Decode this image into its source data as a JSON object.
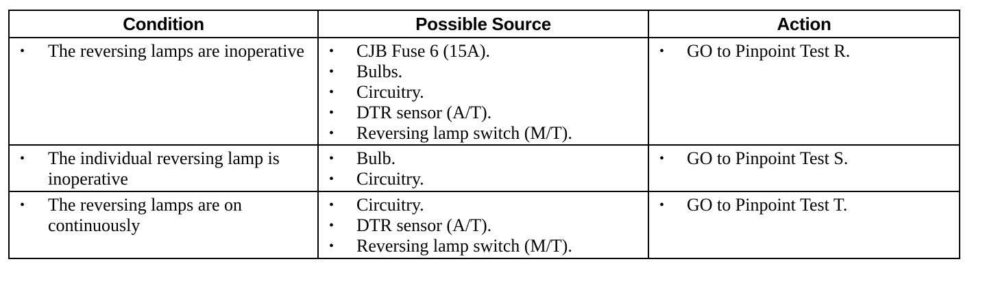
{
  "headers": [
    "Condition",
    "Possible Source",
    "Action"
  ],
  "rows": [
    {
      "condition": [
        "The reversing lamps are inoperative"
      ],
      "sources": [
        "CJB Fuse 6 (15A).",
        "Bulbs.",
        "Circuitry.",
        "DTR sensor (A/T).",
        "Reversing lamp switch (M/T)."
      ],
      "action": [
        "GO to Pinpoint Test R."
      ]
    },
    {
      "condition": [
        "The individual reversing lamp is inoperative"
      ],
      "sources": [
        "Bulb.",
        "Circuitry."
      ],
      "action": [
        "GO to Pinpoint Test S."
      ]
    },
    {
      "condition": [
        "The reversing lamps are on continuously"
      ],
      "sources": [
        "Circuitry.",
        "DTR sensor (A/T).",
        "Reversing lamp switch (M/T)."
      ],
      "action": [
        "GO to Pinpoint Test T."
      ]
    }
  ],
  "bullet": "•"
}
